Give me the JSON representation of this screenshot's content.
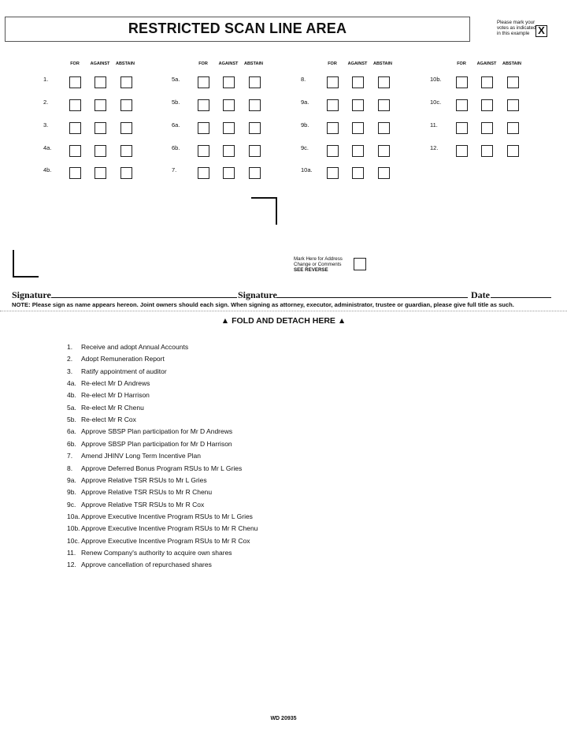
{
  "header": {
    "title": "RESTRICTED SCAN LINE AREA",
    "example_text": "Please mark your votes as indicated in this example",
    "example_mark": "X"
  },
  "vote_columns": [
    "FOR",
    "AGAINST",
    "ABSTAIN"
  ],
  "vote_groups": [
    [
      "1.",
      "2.",
      "3.",
      "4a.",
      "4b."
    ],
    [
      "5a.",
      "5b.",
      "6a.",
      "6b.",
      "7."
    ],
    [
      "8.",
      "9a.",
      "9b.",
      "9c.",
      "10a."
    ],
    [
      "10b.",
      "10c.",
      "11.",
      "12."
    ]
  ],
  "address": {
    "line1": "Mark Here for Address",
    "line2": "Change or Comments",
    "line3": "SEE REVERSE"
  },
  "signature": {
    "label1": "Signature",
    "label2": "Signature",
    "label3": "Date",
    "note": "NOTE: Please sign as name appears hereon. Joint owners should each sign. When signing as attorney, executor, administrator, trustee or guardian, please give full title as such."
  },
  "fold": {
    "text": "▲  FOLD AND DETACH HERE  ▲"
  },
  "resolutions": [
    {
      "num": "1.",
      "text": "Receive and adopt Annual Accounts"
    },
    {
      "num": "2.",
      "text": "Adopt Remuneration Report"
    },
    {
      "num": "3.",
      "text": "Ratify appointment of auditor"
    },
    {
      "num": "4a.",
      "text": "Re-elect Mr D Andrews"
    },
    {
      "num": "4b.",
      "text": "Re-elect Mr D Harrison"
    },
    {
      "num": "5a.",
      "text": "Re-elect Mr R Chenu"
    },
    {
      "num": "5b.",
      "text": "Re-elect Mr R Cox"
    },
    {
      "num": "6a.",
      "text": "Approve SBSP Plan participation for Mr D Andrews"
    },
    {
      "num": "6b.",
      "text": "Approve SBSP Plan participation for Mr D Harrison"
    },
    {
      "num": "7.",
      "text": "Amend JHINV Long Term Incentive Plan"
    },
    {
      "num": "8.",
      "text": "Approve Deferred Bonus Program RSUs to Mr L Gries"
    },
    {
      "num": "9a.",
      "text": "Approve Relative TSR RSUs to Mr L Gries"
    },
    {
      "num": "9b.",
      "text": "Approve Relative TSR RSUs to Mr R Chenu"
    },
    {
      "num": "9c.",
      "text": "Approve Relative TSR RSUs to Mr R Cox"
    },
    {
      "num": "10a.",
      "text": "Approve Executive Incentive Program RSUs to Mr L Gries"
    },
    {
      "num": "10b.",
      "text": "Approve Executive Incentive Program RSUs to Mr R Chenu"
    },
    {
      "num": "10c.",
      "text": "Approve Executive Incentive Program RSUs to Mr R Cox"
    },
    {
      "num": "11.",
      "text": "Renew Company's authority to acquire own shares"
    },
    {
      "num": "12.",
      "text": "Approve cancellation of repurchased shares"
    }
  ],
  "footer": {
    "code": "WD 20935"
  }
}
